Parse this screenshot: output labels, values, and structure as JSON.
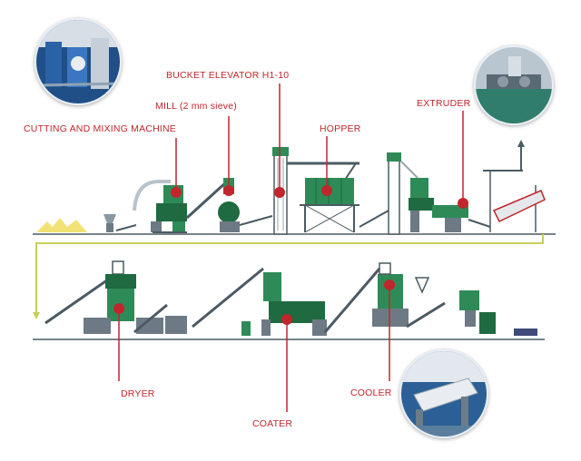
{
  "labels": {
    "cutting": "CUTTING AND MIXING MACHINE",
    "mill": "MILL  (2 mm sieve)",
    "bucket": "BUCKET ELEVATOR H1-10",
    "hopper": "HOPPER",
    "extruder": "EXTRUDER",
    "dryer": "DRYER",
    "coater": "COATER",
    "cooler": "COOLER"
  },
  "colors": {
    "machine": "#2e8b57",
    "machine_dark": "#1f6a40",
    "frame": "#6d7a85",
    "conveyor": "#4b5a63",
    "callout": "#c0262c",
    "flow_line": "#c8cf5a",
    "feed_pile": "#f2e275",
    "photo_bg": "#1f4f86"
  },
  "icons": [
    "photo-mixing-machine",
    "photo-extruder",
    "photo-cooler"
  ]
}
